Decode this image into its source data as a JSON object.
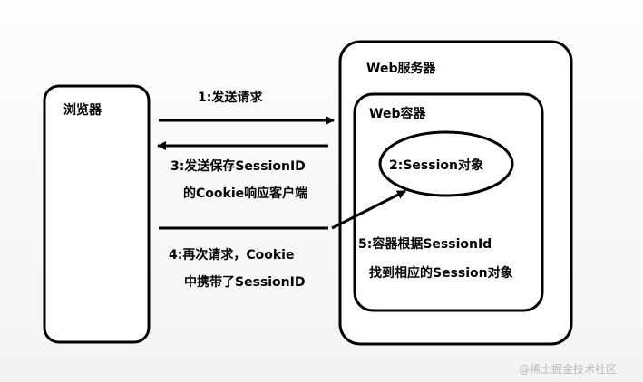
{
  "nodes": {
    "browser": "浏览器",
    "web_server": "Web服务器",
    "web_container": "Web容器",
    "session_object": "2:Session对象"
  },
  "messages": {
    "step1": "1:发送请求",
    "step3_line1": "3:发送保存SessionID",
    "step3_line2": "的Cookie响应客户端",
    "step4_line1": "4:再次请求，Cookie",
    "step4_line2": "中携带了SessionID",
    "step5_line1": "5:容器根据SessionId",
    "step5_line2": "找到相应的Session对象"
  },
  "watermark": "@稀土掘金技术社区",
  "colors": {
    "stroke": "#000000",
    "text": "#000000",
    "watermark": "#b8b8b8"
  }
}
